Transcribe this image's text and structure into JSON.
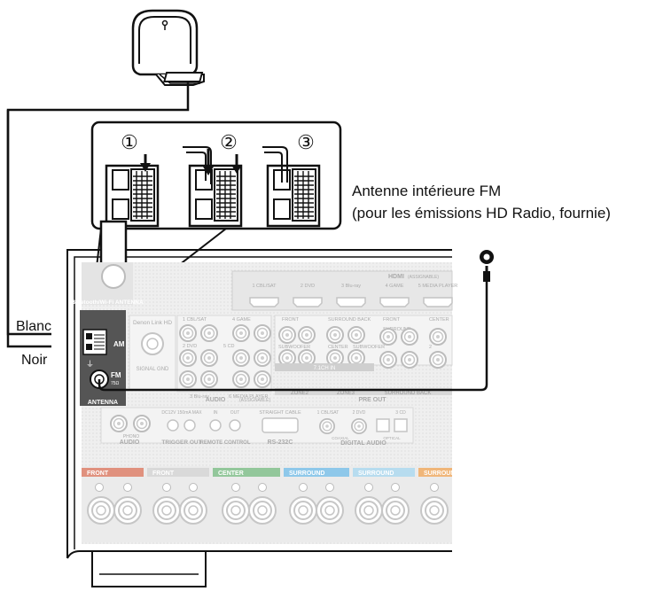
{
  "steps": [
    "①",
    "②",
    "③"
  ],
  "callout": {
    "line1": "Antenne intérieure FM",
    "line2": "(pour les émissions HD Radio, fournie)"
  },
  "wire_labels": {
    "white": "Blanc",
    "black": "Noir"
  },
  "panel": {
    "bt_antenna": "Bluetooth/Wi-Fi ANTENNA",
    "antenna": "ANTENNA",
    "am": "AM",
    "fm": "FM",
    "fm_ohm": "75Ω",
    "denon_link": "Denon Link HD",
    "signal_gnd": "SIGNAL GND",
    "hdmi": "HDMI",
    "hdmi_assignable": "(ASSIGNABLE)",
    "hdmi_inputs": [
      "1 CBL/SAT",
      "2 DVD",
      "3 Blu-ray",
      "4 GAME",
      "5 MEDIA PLAYER"
    ],
    "audio_labels": [
      "1 CBL/SAT",
      "4 GAME",
      "2 DVD",
      "5 CD",
      "3 Blu-ray",
      "6 MEDIA PLAYER"
    ],
    "audio": "AUDIO",
    "assignable": "(ASSIGNABLE)",
    "preout_labels": [
      "FRONT",
      "SURROUND BACK",
      "FRONT",
      "CENTER",
      "SUBWOOFER",
      "CENTER",
      "SUBWOOFER",
      "SURROUND",
      "2"
    ],
    "ch71_in": "7.1CH IN",
    "pre_out": "PRE OUT",
    "zone_labels": [
      "ZONE2",
      "ZONE3",
      "SURROUND BACK"
    ],
    "phono": "PHONO",
    "trigger_out": "TRIGGER OUT",
    "dc12v": "DC12V 150mA MAX",
    "remote_control": "REMOTE CONTROL",
    "ir_in": "IN",
    "ir_out": "OUT",
    "straight_cable": "STRAIGHT CABLE",
    "rs232c": "RS-232C",
    "digital_audio": "DIGITAL AUDIO",
    "coaxial": "COAXIAL",
    "optical": "OPTICAL",
    "digital_inputs": [
      "1 CBL/SAT",
      "2 DVD",
      "3 CD"
    ],
    "speaker_labels": [
      "FRONT",
      "FRONT",
      "CENTER",
      "SURROUND",
      "SURROUND",
      "SURROUN"
    ]
  },
  "colors": {
    "front_r": "#e0917e",
    "front_l": "#d9d9d9",
    "center": "#93c79b",
    "surround_r": "#8ec8ea",
    "surround_l": "#b7dcef",
    "surround_back": "#f0b679",
    "panel_bg": "#eeeeee",
    "antenna_panel": "#555555"
  }
}
